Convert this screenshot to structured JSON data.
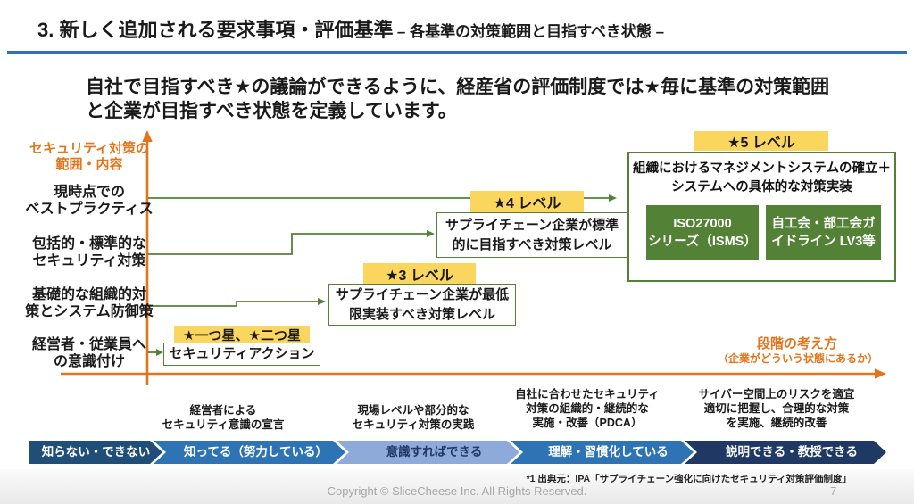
{
  "slide": {
    "title": "3. 新しく追加される要求事項・評価基準",
    "title_suffix": "– 各基準の対策範囲と目指すべき状態 –",
    "description": {
      "line1": "自社で目指すべき★の議論ができるように、経産省の評価制度では★毎に基準の対策範囲",
      "line2": "と企業が目指すべき状態を定義しています。"
    },
    "footnote": "*1 出典元：IPA「サプライチェーン強化に向けたセキュリティ対策評価制度」",
    "copyright": "Copyright © SliceCheese Inc. All Rights Reserved.",
    "page_number": "7"
  },
  "chart_data": {
    "type": "diagram",
    "y_axis": {
      "title_lines": [
        "セキュリティ対策の",
        "範囲・内容"
      ],
      "labels": [
        {
          "lines": [
            "現時点での",
            "ベストプラクティス"
          ]
        },
        {
          "lines": [
            "包括的・標準的な",
            "セキュリティ対策"
          ]
        },
        {
          "lines": [
            "基礎的な組織的対",
            "策とシステム防御策"
          ]
        },
        {
          "lines": [
            "経営者・従業員へ",
            "の意識付け"
          ]
        }
      ]
    },
    "x_axis": {
      "title": "段階の考え方",
      "subtitle": "（企業がどういう状態にあるか）"
    },
    "levels": [
      {
        "badge": "★一つ星、★二つ星",
        "box_lines": [
          "セキュリティアクション"
        ]
      },
      {
        "badge": "★3 レベル",
        "box_lines": [
          "サプライチェーン企業が最低",
          "限実装すべき対策レベル"
        ]
      },
      {
        "badge": "★4 レベル",
        "box_lines": [
          "サプライチェーン企業が標準",
          "的に目指すべき対策レベル"
        ]
      },
      {
        "badge": "★5 レベル",
        "box_title_lines": [
          "組織におけるマネジメントシステムの確立＋",
          "システムへの具体的な対策実装"
        ],
        "sub_boxes": [
          {
            "lines": [
              "ISO27000",
              "シリーズ（ISMS）"
            ]
          },
          {
            "lines": [
              "自工会・部工会ガ",
              "イドライン LV3等"
            ]
          }
        ]
      }
    ],
    "stage_descriptions": [
      {
        "lines": [
          "経営者による",
          "セキュリティ意識の宣言"
        ]
      },
      {
        "lines": [
          "現場レベルや部分的な",
          "セキュリティ対策の実践"
        ]
      },
      {
        "lines": [
          "自社に合わせたセキュリティ",
          "対策の組織的・継続的な",
          "実施・改善（PDCA）"
        ]
      },
      {
        "lines": [
          "サイバー空間上のリスクを適宜",
          "適切に把握し、合理的な対策",
          "を実施、継続的改善"
        ]
      }
    ],
    "maturity_stages": [
      {
        "label": "知らない・できない"
      },
      {
        "label": "知ってる（努力している）"
      },
      {
        "label": "意識すればできる"
      },
      {
        "label": "理解・習慣化している"
      },
      {
        "label": "説明できる・教授できる"
      }
    ]
  },
  "colors": {
    "orange_accent": "#E2741C",
    "green_accent": "#538135",
    "yellow_badge": "#FBD65F",
    "title_underline_blue": "#2E74B5",
    "chevron_colors": [
      "#1F4E79",
      "#2E74B5",
      "#8EAADB",
      "#2E74B5",
      "#1F3864"
    ],
    "footer_gray": "#A6A6A6"
  }
}
